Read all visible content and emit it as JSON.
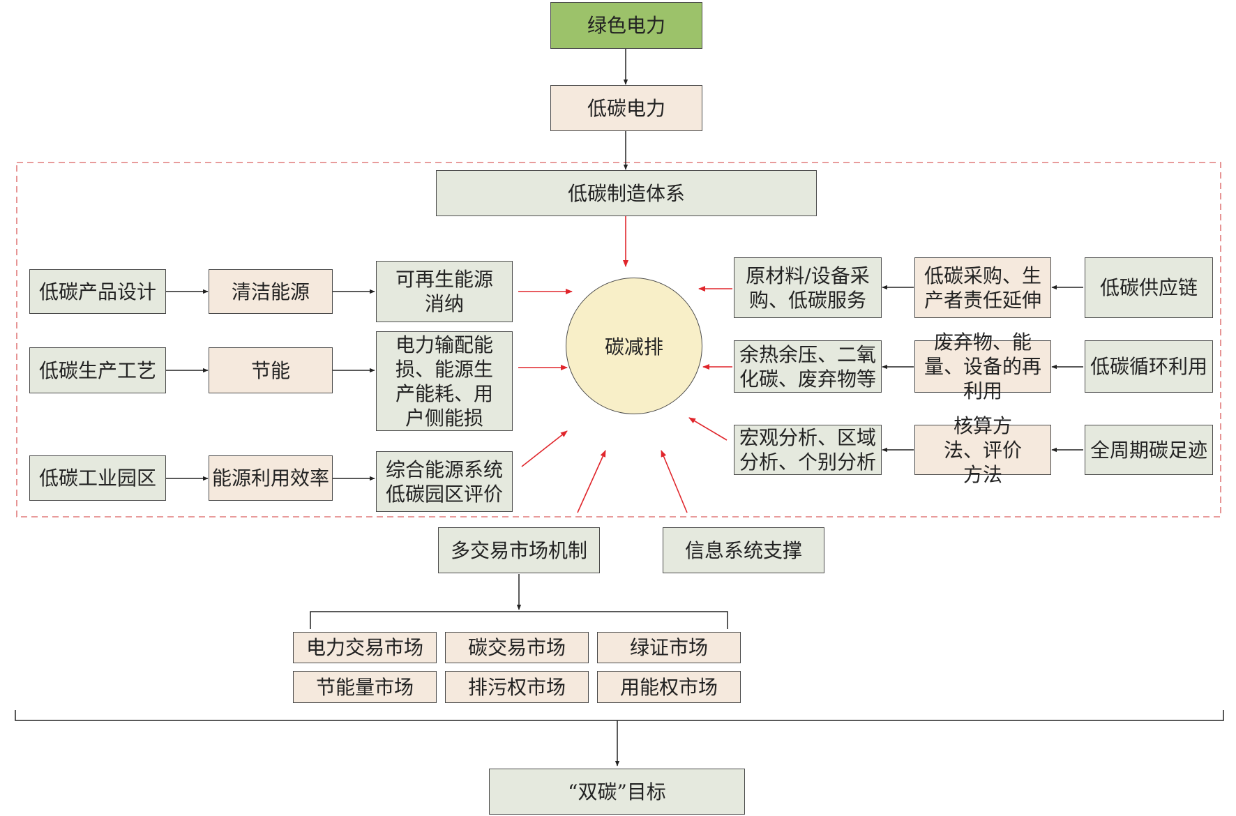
{
  "top": {
    "green_power": "绿色电力",
    "low_carbon_power": "低碳电力"
  },
  "system": {
    "title": "低碳制造体系",
    "center": "碳减排"
  },
  "left_rows": [
    {
      "a": "低碳产品设计",
      "b": "清洁能源",
      "c": "可再生能源消纳"
    },
    {
      "a": "低碳生产工艺",
      "b": "节能",
      "c": "电力输配能损、能源生产能耗、用户侧能损"
    },
    {
      "a": "低碳工业园区",
      "b": "能源利用效率",
      "c": "综合能源系统低碳园区评价"
    }
  ],
  "right_rows": [
    {
      "a": "原材料/设备采购、低碳服务",
      "b": "低碳采购、生产者责任延伸",
      "c": "低碳供应链"
    },
    {
      "a": "余热余压、二氧化碳、废弃物等",
      "b": "废弃物、能量、设备的再利用",
      "c": "低碳循环利用"
    },
    {
      "a": "宏观分析、区域分析、个别分析",
      "b": "核算方法、评价方法",
      "c": "全周期碳足迹"
    }
  ],
  "support": {
    "market_mechanism": "多交易市场机制",
    "info_system": "信息系统支撑"
  },
  "markets": {
    "row1": [
      "电力交易市场",
      "碳交易市场",
      "绿证市场"
    ],
    "row2": [
      "节能量市场",
      "排污权市场",
      "用能权市场"
    ]
  },
  "goal": "“双碳”目标",
  "colors": {
    "gray_box": "#e5e9de",
    "beige_box": "#f5e9dd",
    "green_box": "#9cc26a",
    "circle": "#f8efc8",
    "red_arrow": "#e0252b",
    "dashed_frame": "#e07a7a"
  }
}
